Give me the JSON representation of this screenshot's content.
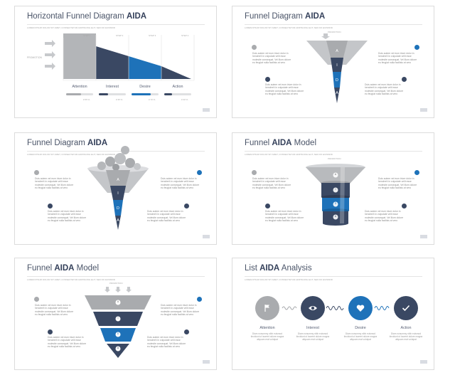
{
  "colors": {
    "gray": "#a9abae",
    "light_gray": "#cfd1d4",
    "navy": "#3a4863",
    "blue": "#1e72b9",
    "dark": "#34405a"
  },
  "slides": [
    {
      "title_normal": "Horizontal Funnel Diagram ",
      "title_bold": "AIDA",
      "stages": [
        "Attention",
        "Interest",
        "Desire",
        "Action"
      ],
      "steps": [
        "STEP 1",
        "STEP 2",
        "STEP 3",
        "STEP 4"
      ],
      "progress": [
        0.55,
        0.35,
        0.7,
        0.3
      ],
      "pcts": [
        "# 55 %",
        "# 35 %",
        "# 70 %",
        "# 30 %"
      ],
      "arrow_label": "PROMOTION"
    },
    {
      "title_normal": "Funnel Diagram ",
      "title_bold": "AIDA",
      "letters": [
        "A",
        "I",
        "D",
        "A"
      ],
      "top_label": "PROMOTION"
    },
    {
      "title_normal": "Funnel Diagram ",
      "title_bold": "AIDA",
      "letters": [
        "A",
        "I",
        "D",
        "A"
      ]
    },
    {
      "title_normal": "Funnel ",
      "title_bold": "AIDA",
      "title_after": " Model",
      "letters": [
        "A",
        "I",
        "D",
        "A"
      ],
      "top_label": "PROMOTION"
    },
    {
      "title_normal": "Funnel ",
      "title_bold": "AIDA",
      "title_after": " Model",
      "letters": [
        "A",
        "I",
        "D",
        "A"
      ],
      "top_label": "PROMOTION"
    },
    {
      "title_normal": "List ",
      "title_bold": "AIDA",
      "title_after": " Analysis",
      "stages": [
        "Attention",
        "Interest",
        "Desire",
        "Action"
      ],
      "icons": [
        "flag-icon",
        "eye-icon",
        "heart-icon",
        "check-icon"
      ]
    }
  ],
  "subtitle": "LOREM IPSUM DOLOR SIT AMET, CONSECTETUR ADIPISCING ELIT, SED DO EIUSMOD",
  "body_text": "Duis autem vel eum iriure dolor in hendrerit in vulputate velit esse molestie consequat. Vel illum dolore eu feugiat nulla facilisis at vero",
  "caption_text": "Diam nonummy nibh euismod tincidunt ut laoreet dolore magna aliquam erat volutpat"
}
